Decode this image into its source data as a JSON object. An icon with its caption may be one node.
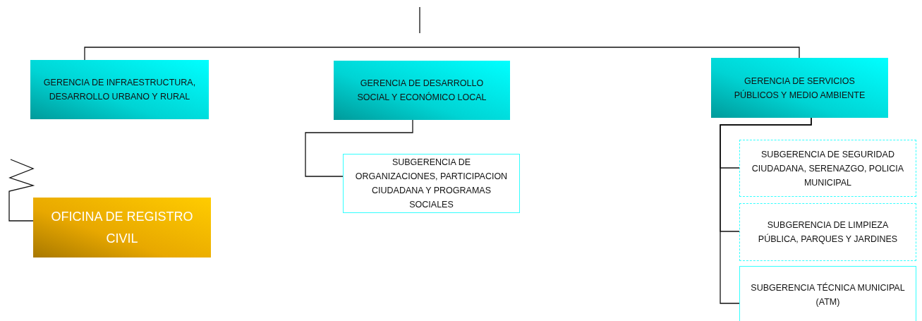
{
  "diagram": {
    "nodes": [
      {
        "text": [
          "GERENCIA DE INFRAESTRUCTURA, DESARROLLO URBANO Y RURAL"
        ]
      },
      {
        "text": [
          "GERENCIA DE DESARROLLO SOCIAL Y ECONÓMICO LOCAL"
        ]
      },
      {
        "text": [
          "GERENCIA DE SERVICIOS PÚBLICOS Y MEDIO AMBIENTE"
        ]
      },
      {
        "text": [
          "SUBGERENCIA DE ORGANIZACIONES, PARTICIPACION CIUDADANA Y PROGRAMAS SOCIALES"
        ]
      },
      {
        "text": [
          "OFICINA DE REGISTRO CIVIL"
        ]
      },
      {
        "text": [
          "SUBGERENCIA DE SEGURIDAD CIUDADANA, SERENAZGO, POLICIA MUNICIPAL"
        ]
      },
      {
        "text": [
          "SUBGERENCIA DE LIMPIEZA PÚBLICA, PARQUES Y JARDINES"
        ]
      },
      {
        "text": [
          "SUBGERENCIA TÉCNICA MUNICIPAL (ATM)"
        ]
      }
    ],
    "edges": [
      {
        "from": null,
        "to": 0,
        "arrow": "none"
      },
      {
        "from": null,
        "to": 2,
        "arrow": "none"
      },
      {
        "from": 1,
        "to": 3,
        "arrow": "none"
      },
      {
        "from": 2,
        "to": 5,
        "arrow": "none"
      },
      {
        "from": 2,
        "to": 6,
        "arrow": "none"
      },
      {
        "from": 2,
        "to": 7,
        "arrow": "none"
      },
      {
        "from": null,
        "to": 4,
        "arrow": "none"
      }
    ]
  }
}
